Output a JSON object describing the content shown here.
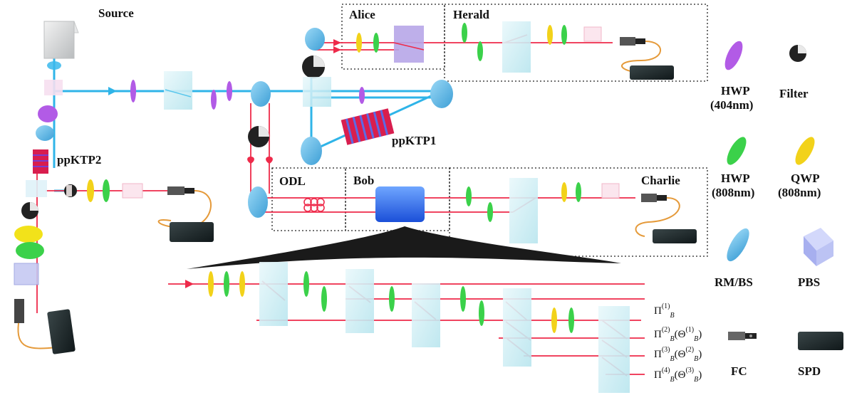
{
  "labels": {
    "source": "Source",
    "alice": "Alice",
    "herald": "Herald",
    "bob": "Bob",
    "charlie": "Charlie",
    "odl": "ODL",
    "ppktp1": "ppKTP1",
    "ppktp2": "ppKTP2"
  },
  "legend": {
    "hwp404_line1": "HWP",
    "hwp404_line2": "(404nm)",
    "filter": "Filter",
    "hwp808_line1": "HWP",
    "hwp808_line2": "(808nm)",
    "qwp808_line1": "QWP",
    "qwp808_line2": "(808nm)",
    "rmbs": "RM/BS",
    "pbs": "PBS",
    "fc": "FC",
    "spd": "SPD"
  },
  "projectors": [
    {
      "base": "Π",
      "sub": "B",
      "sup": "(1)",
      "arg": ""
    },
    {
      "base": "Π",
      "sub": "B",
      "sup": "(2)",
      "arg": "(Θ",
      "arg_sub": "B",
      "arg_sup": "(1)",
      "arg_close": ")"
    },
    {
      "base": "Π",
      "sub": "B",
      "sup": "(3)",
      "arg": "(Θ",
      "arg_sub": "B",
      "arg_sup": "(2)",
      "arg_close": ")"
    },
    {
      "base": "Π",
      "sub": "B",
      "sup": "(4)",
      "arg": "(Θ",
      "arg_sub": "B",
      "arg_sup": "(3)",
      "arg_close": ")"
    }
  ],
  "colors": {
    "blue_beam": "#2fb4e8",
    "red_beam": "#ee2a4a",
    "hwp404": "#b25be6",
    "hwp808": "#3bd14a",
    "qwp808": "#f2d21a",
    "mirror": "#6cc0ec",
    "crystal": "#d81e4e",
    "bob_box": "#2b6cf0"
  }
}
